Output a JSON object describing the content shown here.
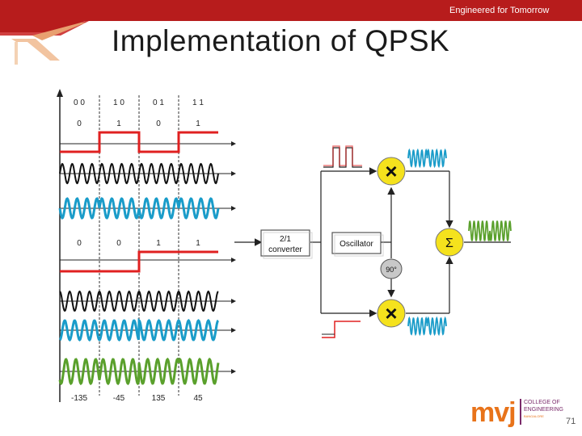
{
  "header": {
    "tagline": "Engineered for Tomorrow",
    "title": "Implementation of QPSK"
  },
  "timing": {
    "dibits": [
      "0 0",
      "1 0",
      "0 1",
      "1 1"
    ],
    "i_bits": [
      "0",
      "1",
      "0",
      "1"
    ],
    "q_bits": [
      "0",
      "0",
      "1",
      "1"
    ],
    "phases": [
      "-135",
      "-45",
      "135",
      "45"
    ]
  },
  "block_diagram": {
    "converter_label_line1": "2/1",
    "converter_label_line2": "converter",
    "oscillator_label": "Oscillator",
    "phase_shift_label": "90°",
    "summer_symbol": "Σ",
    "mixer_symbol": "×"
  },
  "logo": {
    "brand": "mvj",
    "line1": "COLLEGE OF",
    "line2": "ENGINEERING",
    "line3": "BANGALORE"
  },
  "footer": {
    "page_number": "71"
  },
  "colors": {
    "header_red": "#b71c1c",
    "signal_red": "#e02020",
    "signal_blue": "#1a9cc9",
    "signal_green": "#5aa02c",
    "mixer_yellow": "#f5e21d",
    "logo_orange": "#e8731a",
    "logo_purple": "#7a2a6a"
  }
}
